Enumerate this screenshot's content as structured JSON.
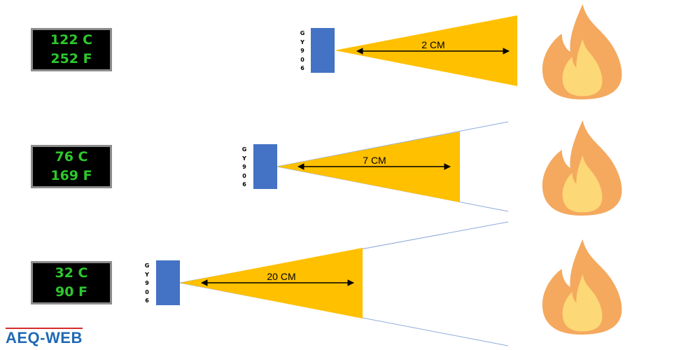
{
  "rows": [
    {
      "celsius": "122 C",
      "fahrenheit": "252 F",
      "distance": "2 CM"
    },
    {
      "celsius": "76 C",
      "fahrenheit": "169 F",
      "distance": "7 CM"
    },
    {
      "celsius": "32 C",
      "fahrenheit": "90 F",
      "distance": "20 CM"
    }
  ],
  "sensor_label": [
    "G",
    "Y",
    "9",
    "0",
    "6"
  ],
  "logo": "AEQ-WEB",
  "colors": {
    "display_text": "#2dc82d",
    "sensor": "#4472c4",
    "beam": "#ffc000",
    "cone_line": "#8faadc",
    "flame_outer": "#f4a95f",
    "flame_inner": "#fdd876",
    "logo_text": "#1f6ab5",
    "logo_line": "#d62b2b"
  },
  "icons": [
    "flame-icon",
    "sensor-block",
    "double-arrow-icon"
  ]
}
